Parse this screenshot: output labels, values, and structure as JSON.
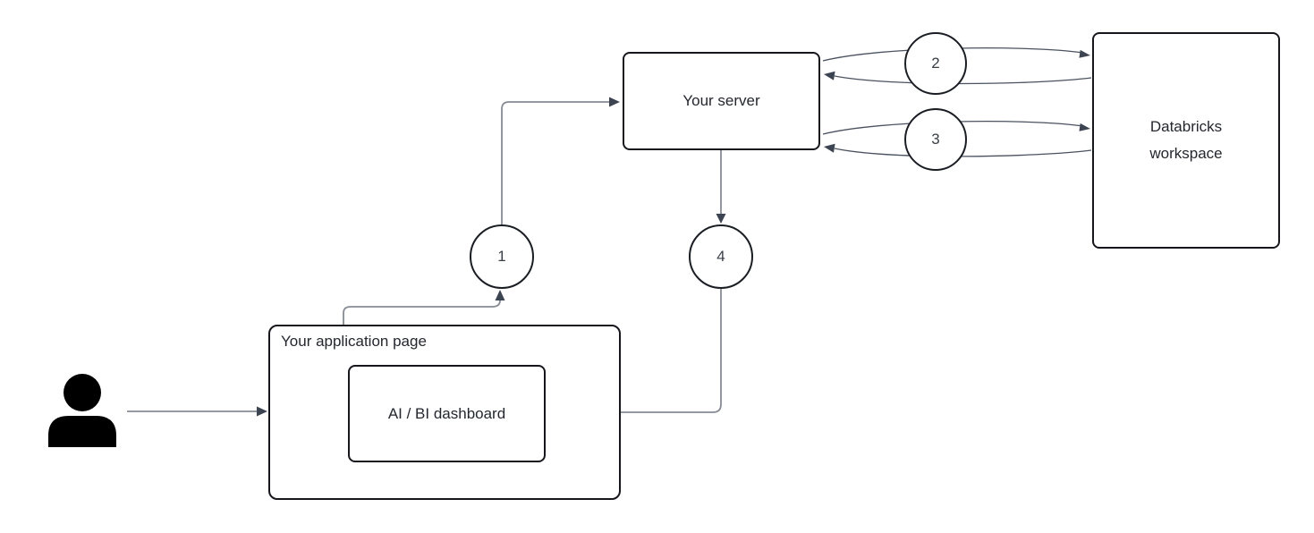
{
  "diagram": {
    "nodes": {
      "user": {
        "icon": "person-icon"
      },
      "application_page": {
        "label": "Your application page"
      },
      "dashboard": {
        "label": "AI / BI dashboard"
      },
      "server": {
        "label": "Your server"
      },
      "databricks": {
        "label": "Databricks workspace"
      }
    },
    "steps": [
      {
        "number": "1"
      },
      {
        "number": "2"
      },
      {
        "number": "3"
      },
      {
        "number": "4"
      }
    ],
    "edges": [
      {
        "from": "user",
        "to": "application_page"
      },
      {
        "from": "application_page",
        "to": "server",
        "step": "1"
      },
      {
        "from": "server",
        "to": "databricks",
        "step": "2",
        "bidirectional": true
      },
      {
        "from": "server",
        "to": "databricks",
        "step": "3",
        "bidirectional": true
      },
      {
        "from": "server",
        "to": "dashboard",
        "step": "4"
      }
    ],
    "colors": {
      "background": "#ffffff",
      "box_border": "#15171c",
      "straight_line": "#868b94",
      "curve_line": "#4a5260",
      "arrowhead": "#3d4451",
      "text": "#24272e",
      "person_icon": "#000000"
    }
  }
}
